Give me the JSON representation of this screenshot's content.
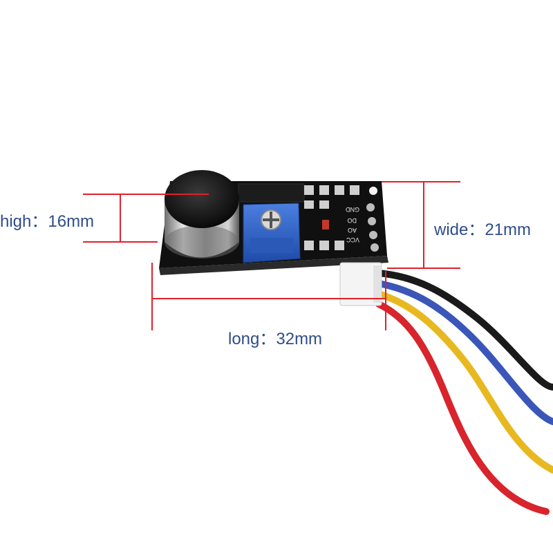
{
  "labels": {
    "high": "high：16mm",
    "wide": "wide：21mm",
    "long": "long：32mm"
  },
  "silkscreen": {
    "gnd": "GND",
    "do": "DO",
    "ao": "AO",
    "vcc": "VCC"
  },
  "colors": {
    "dimension_line": "#e0202a",
    "label_text": "#2f4d8c",
    "pcb": "#141414",
    "potentiometer": "#2d63c8",
    "wire_black": "#1a1a1a",
    "wire_blue": "#3a56b8",
    "wire_yellow": "#e8b820",
    "wire_red": "#d8242c"
  }
}
